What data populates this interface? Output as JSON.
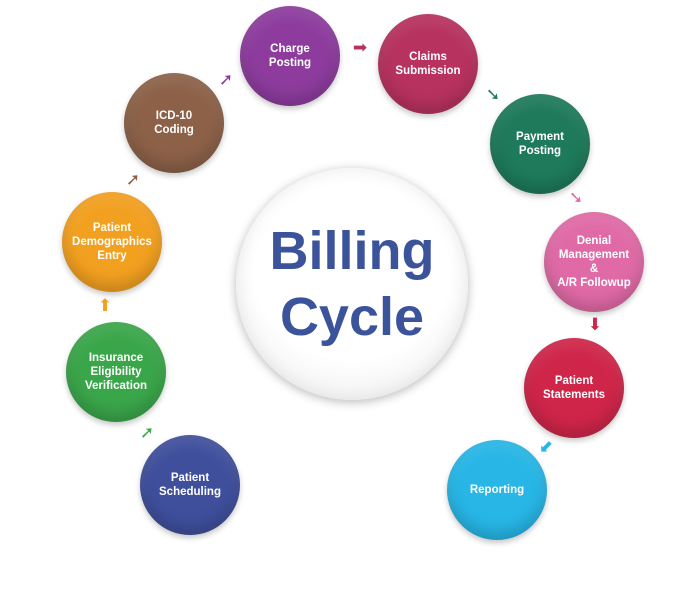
{
  "center": {
    "line1": "Billing",
    "line2": "Cycle",
    "color": "#3b539b"
  },
  "steps": [
    {
      "label": "Patient\nScheduling",
      "color": "#3f4f9c"
    },
    {
      "label": "Insurance\nEligibility\nVerification",
      "color": "#3aa64a"
    },
    {
      "label": "Patient\nDemographics\nEntry",
      "color": "#f2a020"
    },
    {
      "label": "ICD-10\nCoding",
      "color": "#8c6148"
    },
    {
      "label": "Charge\nPosting",
      "color": "#8d3c9e"
    },
    {
      "label": "Claims\nSubmission",
      "color": "#b7325f"
    },
    {
      "label": "Payment\nPosting",
      "color": "#1e7a5a"
    },
    {
      "label": "Denial\nManagement\n&\nA/R Followup",
      "color": "#e06aa6"
    },
    {
      "label": "Patient\nStatements",
      "color": "#cf2549"
    },
    {
      "label": "Reporting",
      "color": "#27b6e6"
    }
  ],
  "arrows": [
    {
      "name": "arrow-up-right-icon",
      "color": "#3aa64a"
    },
    {
      "name": "arrow-up-icon",
      "color": "#f2a020"
    },
    {
      "name": "arrow-up-right-icon",
      "color": "#8c6148"
    },
    {
      "name": "arrow-up-right-icon",
      "color": "#8d3c9e"
    },
    {
      "name": "arrow-right-icon",
      "color": "#b7325f"
    },
    {
      "name": "arrow-down-right-icon",
      "color": "#1e7a5a"
    },
    {
      "name": "arrow-down-right-icon",
      "color": "#e06aa6"
    },
    {
      "name": "arrow-down-icon",
      "color": "#cf2549"
    },
    {
      "name": "arrow-down-left-icon",
      "color": "#27b6e6"
    }
  ]
}
